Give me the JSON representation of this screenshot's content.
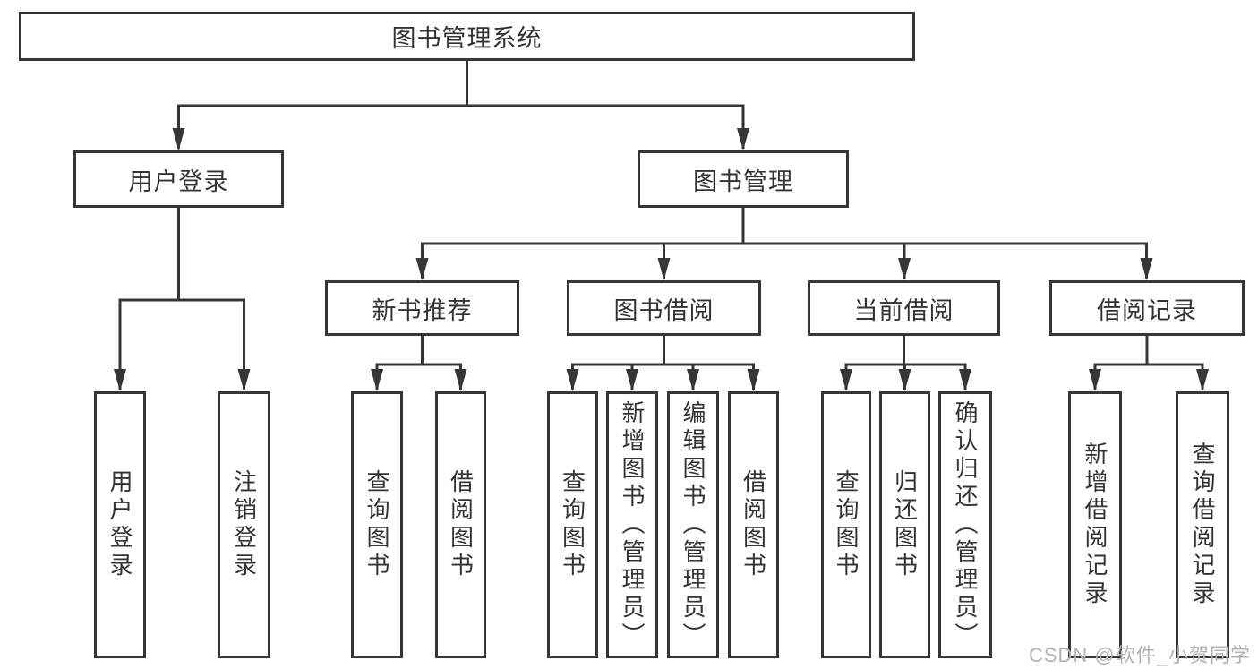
{
  "tree": {
    "root": "图书管理系统",
    "branches": [
      {
        "label": "用户登录",
        "leaves": [
          "用户登录",
          "注销登录"
        ]
      },
      {
        "label": "图书管理",
        "groups": [
          {
            "label": "新书推荐",
            "leaves": [
              "查询图书",
              "借阅图书"
            ]
          },
          {
            "label": "图书借阅",
            "leaves": [
              "查询图书",
              "新增图书（管理员）",
              "编辑图书（管理员）",
              "借阅图书"
            ]
          },
          {
            "label": "当前借阅",
            "leaves": [
              "查询图书",
              "归还图书",
              "确认归还（管理员）"
            ]
          },
          {
            "label": "借阅记录",
            "leaves": [
              "新增借阅记录",
              "查询借阅记录"
            ]
          }
        ]
      }
    ]
  },
  "watermark": {
    "text": "CSDN @软件_小贺同学"
  },
  "colors": {
    "line": "#363636",
    "text": "#333333",
    "watermark": "#b3b3b3",
    "background": "#ffffff"
  }
}
